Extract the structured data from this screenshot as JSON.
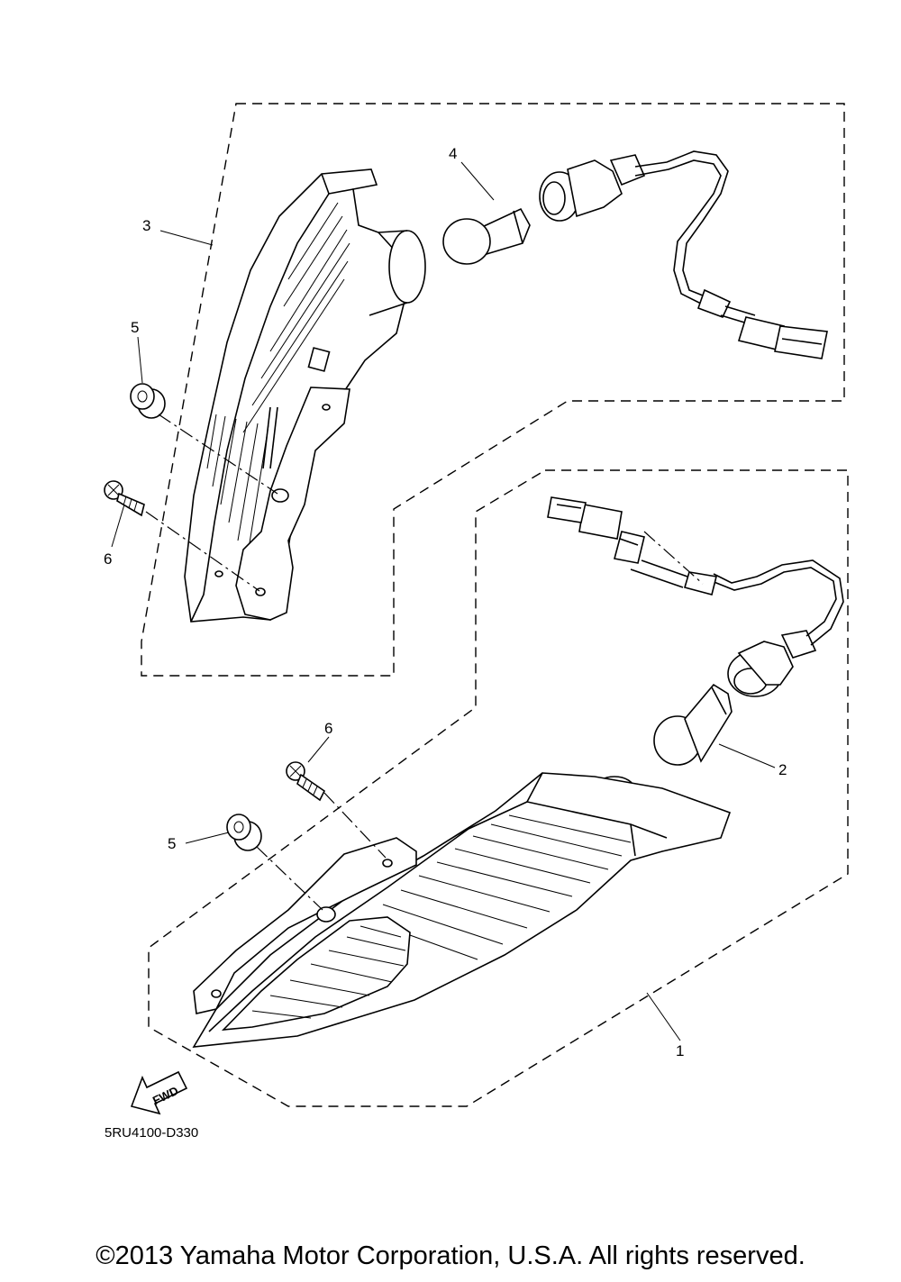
{
  "callouts": {
    "c1": "1",
    "c2": "2",
    "c3": "3",
    "c4": "4",
    "c5a": "5",
    "c5b": "5",
    "c6a": "6",
    "c6b": "6"
  },
  "fwd_label": "FWD",
  "diagram_code": "5RU4100-D330",
  "copyright": "©2013 Yamaha Motor Corporation, U.S.A. All rights reserved."
}
